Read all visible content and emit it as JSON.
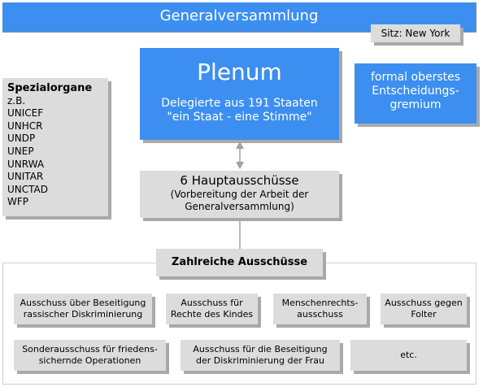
{
  "title": "Generalversammlung",
  "seat": "Sitz: New York",
  "plenum": {
    "title": "Plenum",
    "line1": "Delegierte aus 191 Staaten",
    "line2": "\"ein Staat - eine Stimme\""
  },
  "formal": {
    "line1": "formal oberstes",
    "line2": "Entscheidungs-",
    "line3": "gremium"
  },
  "spezialorgane": {
    "heading": "Spezialorgane",
    "items": [
      "z.B.",
      "UNICEF",
      "UNHCR",
      "UNDP",
      "UNEP",
      "UNRWA",
      "UNITAR",
      "UNCTAD",
      "WFP"
    ]
  },
  "hauptausschuesse": {
    "title": "6 Hauptausschüsse",
    "line1": "(Vorbereitung der Arbeit der",
    "line2": "Generalversammlung)"
  },
  "zahlreiche": "Zahlreiche Ausschüsse",
  "committees": [
    {
      "line1": "Ausschuss über Beseitigung",
      "line2": "rassischer Diskriminierung"
    },
    {
      "line1": "Ausschuss für",
      "line2": "Rechte des Kindes"
    },
    {
      "line1": "Menschenrechts-",
      "line2": "ausschuss"
    },
    {
      "line1": "Ausschuss gegen",
      "line2": "Folter"
    },
    {
      "line1": "Sonderausschuss für friedens-",
      "line2": "sichernde Operationen"
    },
    {
      "line1": "Ausschuss für die Beseitigung",
      "line2": "der Diskriminierung der Frau"
    },
    {
      "line1": "etc.",
      "line2": ""
    }
  ]
}
